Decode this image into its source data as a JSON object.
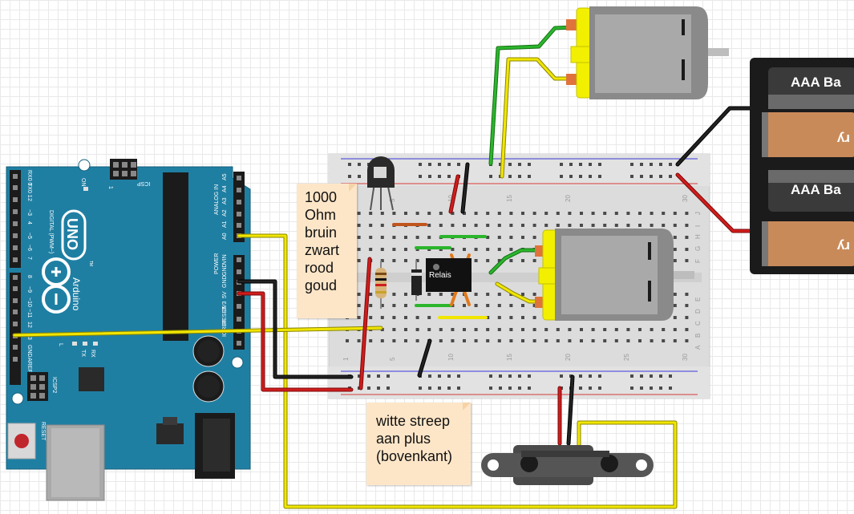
{
  "notes": {
    "resistor": {
      "lines": [
        "1000",
        "Ohm",
        "bruin",
        "zwart",
        "rood",
        "goud"
      ]
    },
    "diode_stripe": {
      "lines": [
        "witte streep",
        "aan plus",
        "(bovenkant)"
      ]
    }
  },
  "arduino": {
    "logo": "UNO",
    "brand": "Arduino",
    "trademark": "TM",
    "digital_header_label": "DIGITAL (PWM~)",
    "digital_pins": [
      "RX0 0",
      "TX0 1",
      "2",
      "~3",
      "4",
      "~5",
      "~6",
      "7",
      "8",
      "~9",
      "~10",
      "~11",
      "12",
      "13",
      "GND",
      "AREF"
    ],
    "analog_header_label": "ANALOG IN",
    "analog_pins": [
      "A5",
      "A4",
      "A3",
      "A2",
      "A1",
      "A0"
    ],
    "power_header_label": "POWER",
    "power_pins": [
      "VIN",
      "GND",
      "GND",
      "5V",
      "3V3",
      "RESET",
      "IOREF"
    ],
    "icsp_label": "ICSP",
    "icsp2_label": "ICSP2",
    "reset_label": "RESET",
    "on_label": "ON",
    "l_label": "L",
    "tx_label": "TX",
    "rx_label": "RX",
    "icsp_pin_label": "1"
  },
  "breadboard": {
    "column_numbers": [
      "1",
      "5",
      "10",
      "15",
      "20",
      "25",
      "30"
    ],
    "row_letters": [
      "A",
      "B",
      "C",
      "D",
      "E",
      "F",
      "G",
      "H",
      "I",
      "J"
    ]
  },
  "relay": {
    "label": "Relais"
  },
  "battery": {
    "label": "AAA Ba",
    "label_flipped": "ry"
  },
  "colors": {
    "board": "#1f7fa3",
    "wire_red": "#d01c1c",
    "wire_black": "#111111",
    "wire_yellow": "#f1e600",
    "wire_green": "#2cb52c",
    "motor_body": "#8a8a8a",
    "motor_cap": "#f2ef00",
    "note_bg": "#fde6c8"
  }
}
